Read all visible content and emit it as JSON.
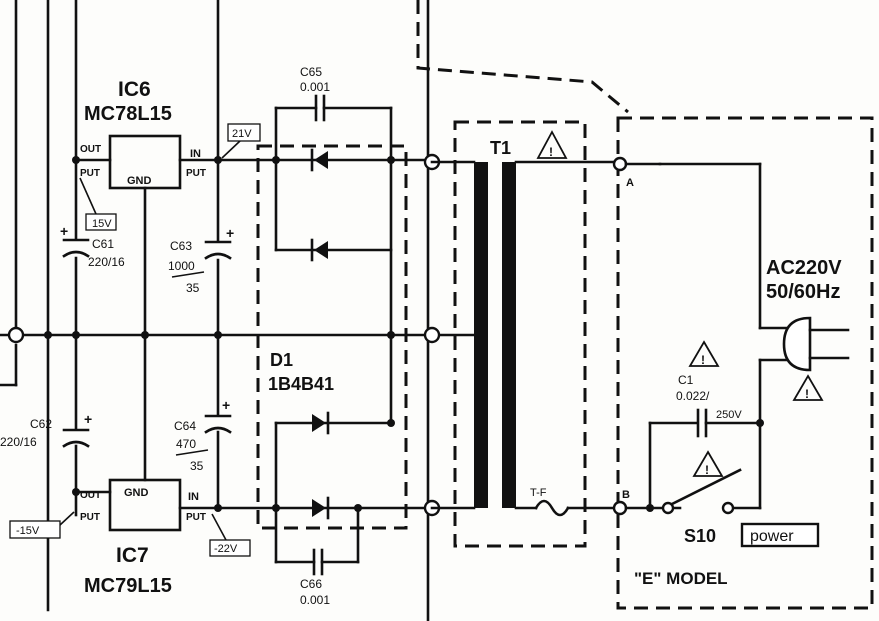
{
  "ic6": {
    "ref": "IC6",
    "part": "MC78L15",
    "out": "OUT",
    "out2": "PUT",
    "gnd": "GND",
    "in": "IN",
    "in2": "PUT"
  },
  "ic7": {
    "ref": "IC7",
    "part": "MC79L15",
    "out": "OUT",
    "out2": "PUT",
    "gnd": "GND",
    "in": "IN",
    "in2": "PUT"
  },
  "voltages": {
    "v_plus15": "15V",
    "v_minus15": "-15V",
    "v_plus21": "21V",
    "v_minus22": "-22V"
  },
  "caps": {
    "c61_ref": "C61",
    "c61_val": "220/16",
    "c62_ref": "C62",
    "c62_val": "220/16",
    "c63_ref": "C63",
    "c63_val1": "1000",
    "c63_val2": "35",
    "c64_ref": "C64",
    "c64_val1": "470",
    "c64_val2": "35",
    "c65_ref": "C65",
    "c65_val": "0.001",
    "c66_ref": "C66",
    "c66_val": "0.001",
    "c1_ref": "C1",
    "c1_val": "0.022/",
    "c1_volt": "250V"
  },
  "diode": {
    "ref": "D1",
    "part": "1B4B41"
  },
  "transformer": {
    "ref": "T1",
    "fuse": "T-F"
  },
  "terminals": {
    "a": "A",
    "b": "B"
  },
  "power": {
    "ac": "AC220V",
    "freq": "50/60Hz",
    "switch_ref": "S10",
    "switch_label": "power",
    "model": "\"E\" MODEL"
  },
  "plus": "+",
  "warning_symbol": "!"
}
